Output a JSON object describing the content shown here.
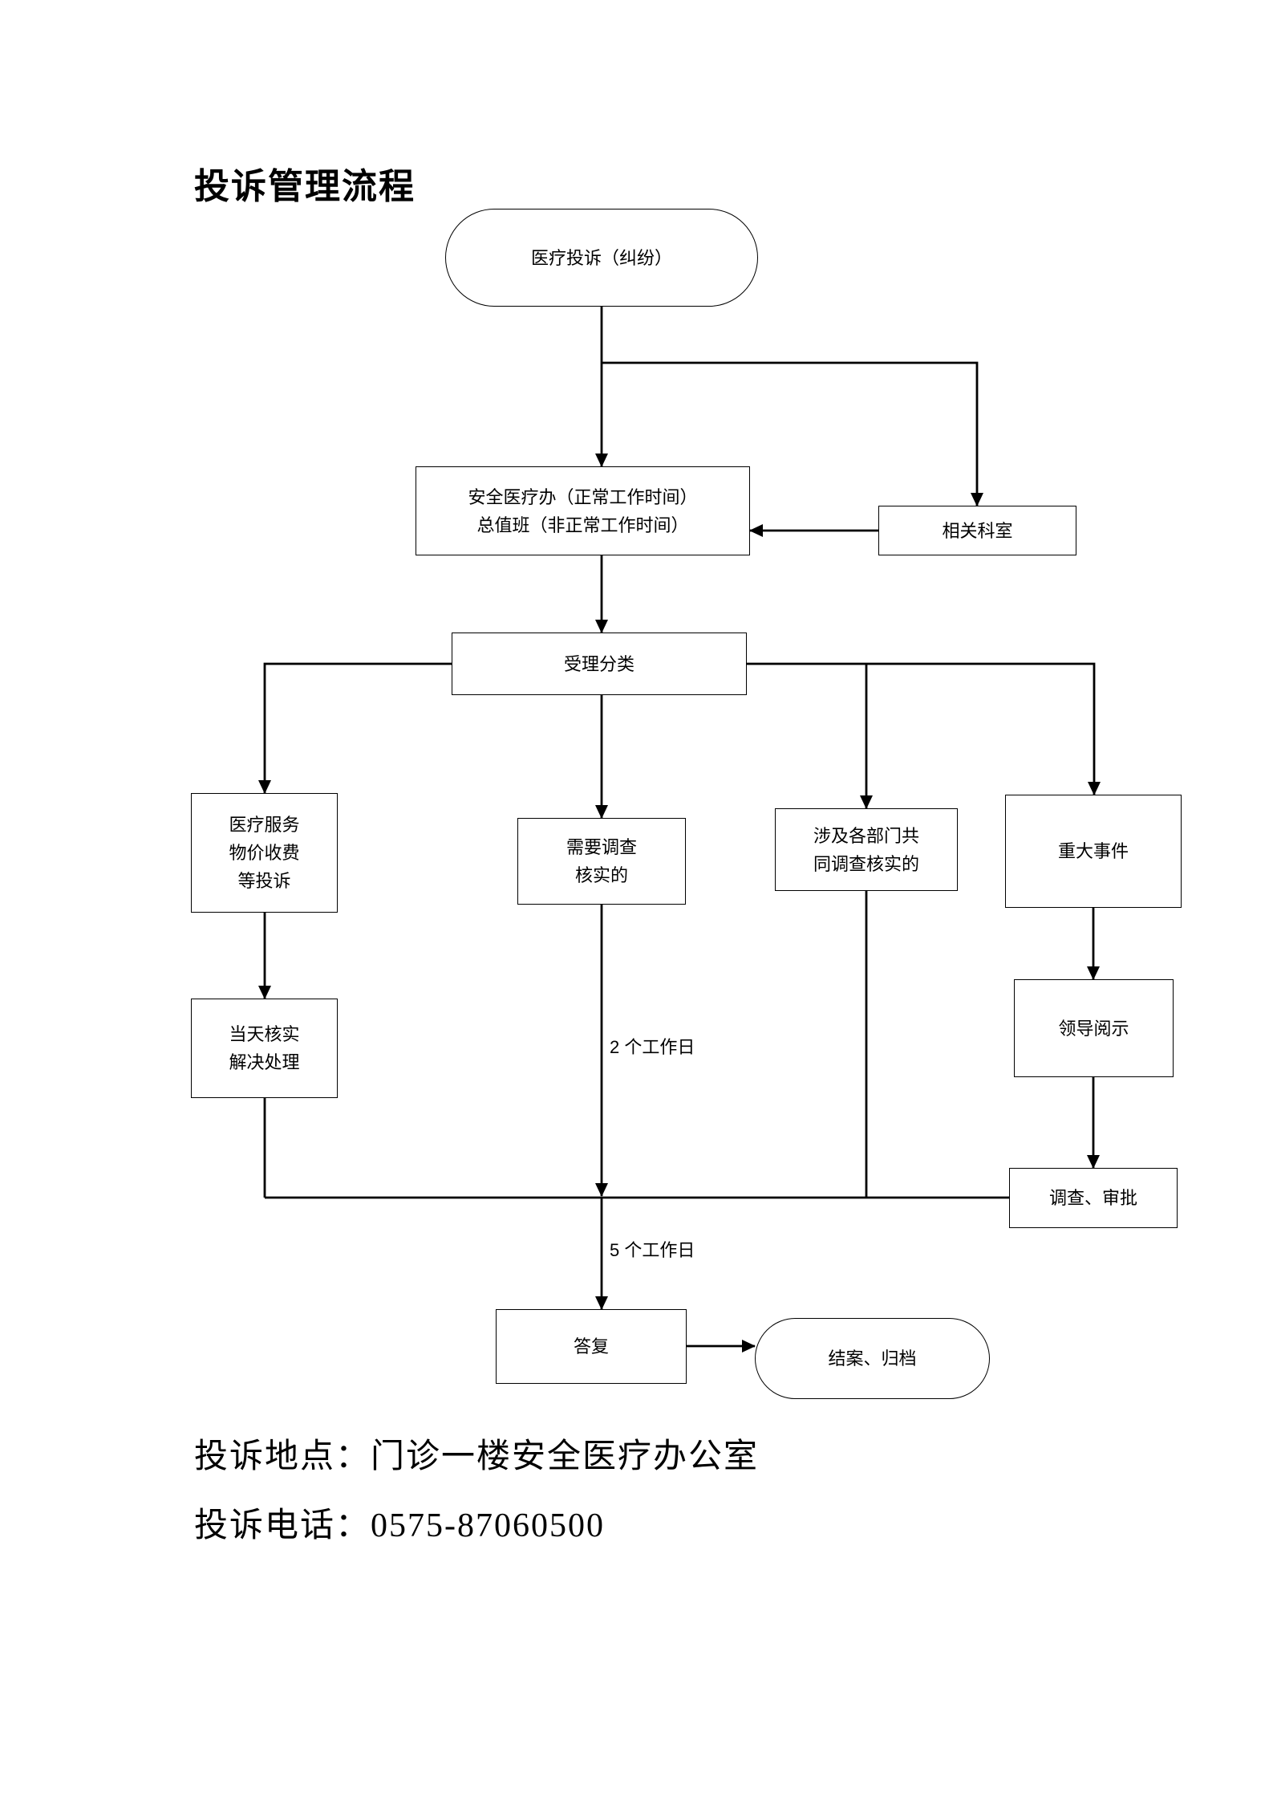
{
  "page": {
    "title": "投诉管理流程",
    "footer": {
      "location": "投诉地点：门诊一楼安全医疗办公室",
      "phone": "投诉电话：0575-87060500"
    }
  },
  "flowchart": {
    "nodes": {
      "start": {
        "label": "医疗投诉（纠纷）"
      },
      "office": {
        "lines": [
          "安全医疗办（正常工作时间）",
          "总值班（非正常工作时间）"
        ]
      },
      "related_dept": {
        "label": "相关科室"
      },
      "classify": {
        "label": "受理分类"
      },
      "service_complaint": {
        "lines": [
          "医疗服务",
          "物价收费",
          "等投诉"
        ]
      },
      "need_investigation": {
        "lines": [
          "需要调查",
          "核实的"
        ]
      },
      "multi_department": {
        "lines": [
          "涉及各部门共",
          "同调查核实的"
        ]
      },
      "major_event": {
        "label": "重大事件"
      },
      "same_day": {
        "lines": [
          "当天核实",
          "解决处理"
        ]
      },
      "leader_review": {
        "label": "领导阅示"
      },
      "investigate_approve": {
        "label": "调查、审批"
      },
      "reply": {
        "label": "答复"
      },
      "close_archive": {
        "label": "结案、归档"
      }
    },
    "edge_labels": {
      "two_working_days": "2 个工作日",
      "five_working_days": "5 个工作日"
    }
  }
}
